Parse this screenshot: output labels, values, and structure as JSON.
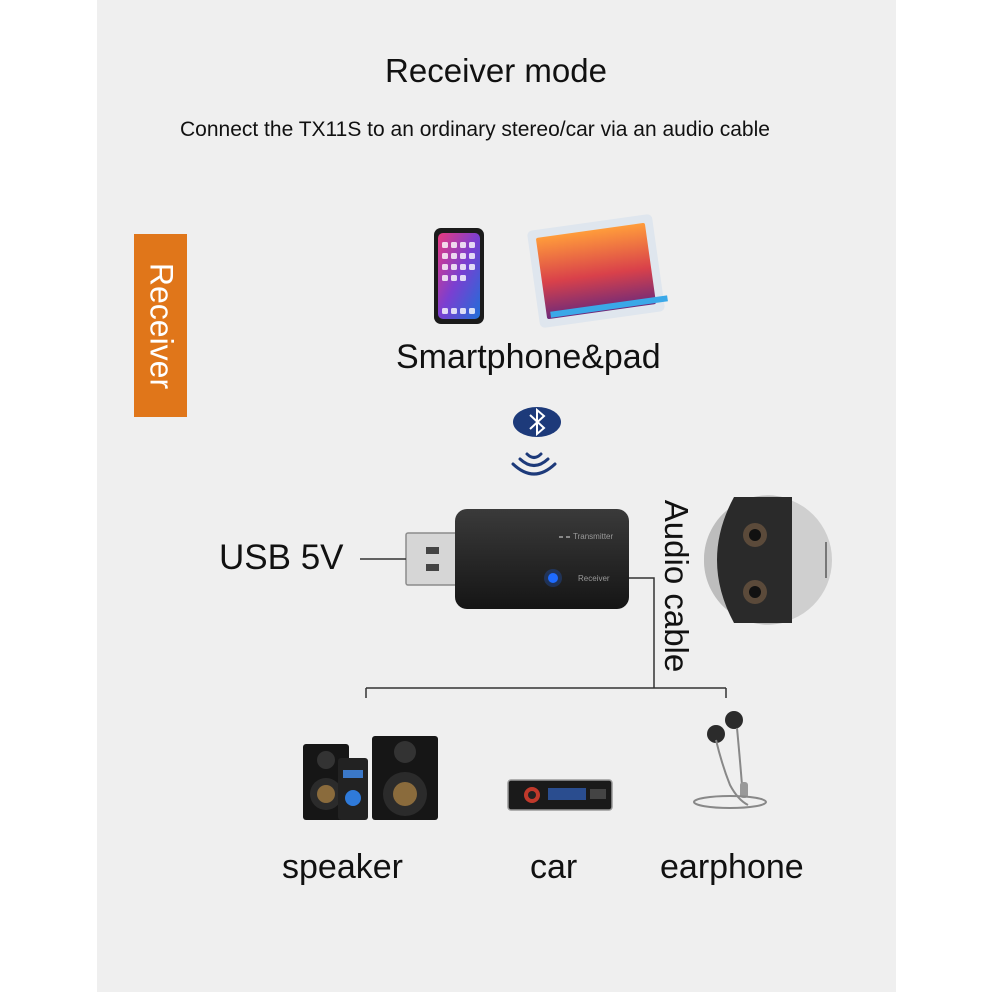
{
  "title": "Receiver mode",
  "subtitle": "Connect the TX11S to an ordinary stereo/car via an audio cable",
  "side_tag": "Receiver",
  "source_label": "Smartphone&pad",
  "usb_label": "USB 5V",
  "cable_label": "Audio cable",
  "device": {
    "transmitter_label": "Transmitter",
    "receiver_label": "Receiver"
  },
  "outputs": [
    {
      "label": "speaker"
    },
    {
      "label": "car"
    },
    {
      "label": "earphone"
    }
  ],
  "colors": {
    "accent": "#e0761a",
    "bluetooth": "#1d3a7a",
    "background": "#efefef"
  }
}
